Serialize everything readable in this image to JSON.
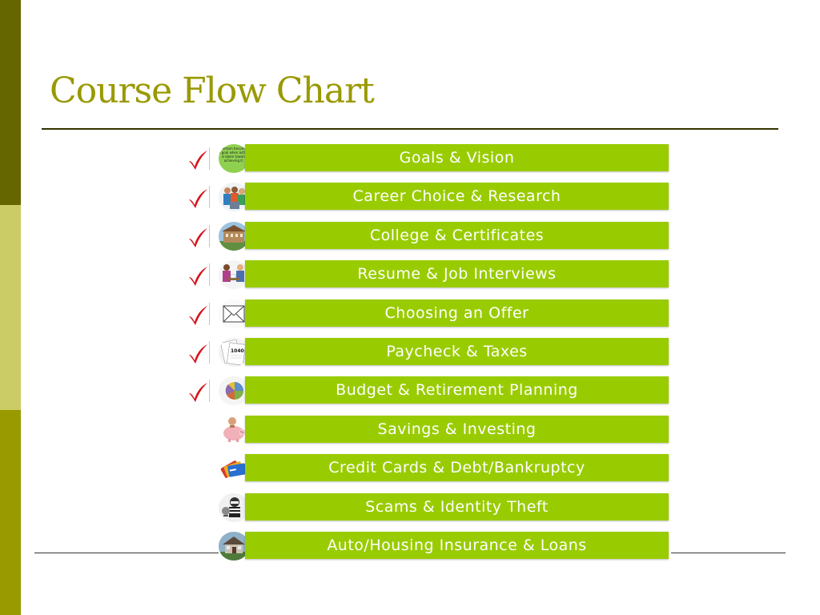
{
  "slide": {
    "title": "Course Flow Chart",
    "accent_color": "#99cc00",
    "title_color": "#999900",
    "sidebar_colors": [
      "#666600",
      "#cccc66",
      "#999900"
    ]
  },
  "flow_items": [
    {
      "label": "Goals & Vision",
      "completed": true,
      "icon": "dream-quote-icon",
      "icon_text": "A dream becomes a goal when action is taken toward achieving it."
    },
    {
      "label": "Career Choice & Research",
      "completed": true,
      "icon": "people-careers-icon"
    },
    {
      "label": "College & Certificates",
      "completed": true,
      "icon": "college-building-icon"
    },
    {
      "label": "Resume & Job Interviews",
      "completed": true,
      "icon": "job-interview-icon"
    },
    {
      "label": "Choosing an Offer",
      "completed": true,
      "icon": "envelope-offer-icon"
    },
    {
      "label": "Paycheck & Taxes",
      "completed": true,
      "icon": "tax-form-icon",
      "icon_text": "1040"
    },
    {
      "label": "Budget & Retirement Planning",
      "completed": true,
      "icon": "budget-pie-chart-icon"
    },
    {
      "label": "Savings & Investing",
      "completed": false,
      "icon": "piggy-bank-icon"
    },
    {
      "label": "Credit Cards & Debt/Bankruptcy",
      "completed": false,
      "icon": "credit-cards-icon"
    },
    {
      "label": "Scams & Identity Theft",
      "completed": false,
      "icon": "thief-icon"
    },
    {
      "label": "Auto/Housing Insurance & Loans",
      "completed": false,
      "icon": "house-icon"
    }
  ]
}
